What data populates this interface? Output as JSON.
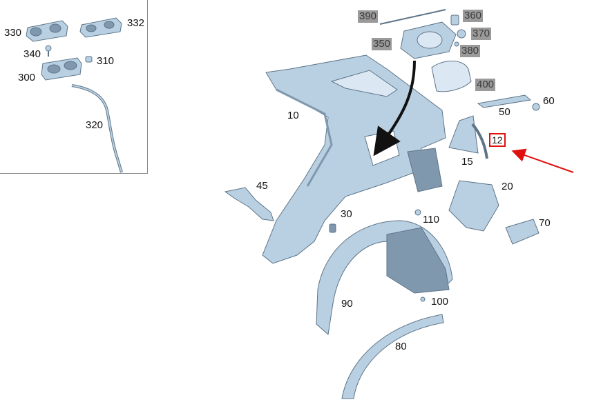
{
  "parts": [
    {
      "id": "callout-330",
      "label": "330",
      "style": "plain"
    },
    {
      "id": "callout-332",
      "label": "332",
      "style": "plain"
    },
    {
      "id": "callout-340",
      "label": "340",
      "style": "plain"
    },
    {
      "id": "callout-310",
      "label": "310",
      "style": "plain"
    },
    {
      "id": "callout-300",
      "label": "300",
      "style": "plain"
    },
    {
      "id": "callout-320",
      "label": "320",
      "style": "plain"
    },
    {
      "id": "callout-390",
      "label": "390",
      "style": "grey"
    },
    {
      "id": "callout-360",
      "label": "360",
      "style": "grey"
    },
    {
      "id": "callout-370",
      "label": "370",
      "style": "grey"
    },
    {
      "id": "callout-350",
      "label": "350",
      "style": "grey"
    },
    {
      "id": "callout-380",
      "label": "380",
      "style": "grey"
    },
    {
      "id": "callout-400",
      "label": "400",
      "style": "grey"
    },
    {
      "id": "callout-60",
      "label": "60",
      "style": "plain"
    },
    {
      "id": "callout-50",
      "label": "50",
      "style": "plain"
    },
    {
      "id": "callout-10",
      "label": "10",
      "style": "plain"
    },
    {
      "id": "callout-12",
      "label": "12",
      "style": "highlighted"
    },
    {
      "id": "callout-15",
      "label": "15",
      "style": "plain"
    },
    {
      "id": "callout-20",
      "label": "20",
      "style": "plain"
    },
    {
      "id": "callout-45",
      "label": "45",
      "style": "plain"
    },
    {
      "id": "callout-30",
      "label": "30",
      "style": "plain"
    },
    {
      "id": "callout-110",
      "label": "110",
      "style": "plain"
    },
    {
      "id": "callout-70",
      "label": "70",
      "style": "plain"
    },
    {
      "id": "callout-90",
      "label": "90",
      "style": "plain"
    },
    {
      "id": "callout-100",
      "label": "100",
      "style": "plain"
    },
    {
      "id": "callout-80",
      "label": "80",
      "style": "plain"
    }
  ],
  "colors": {
    "part_fill": "#b9cfe2",
    "part_stroke": "#5d7488",
    "part_dark": "#7f98ad",
    "highlight": "#e01010",
    "pointer": "#e01010",
    "grey_label_bg": "#9a9a9a"
  }
}
